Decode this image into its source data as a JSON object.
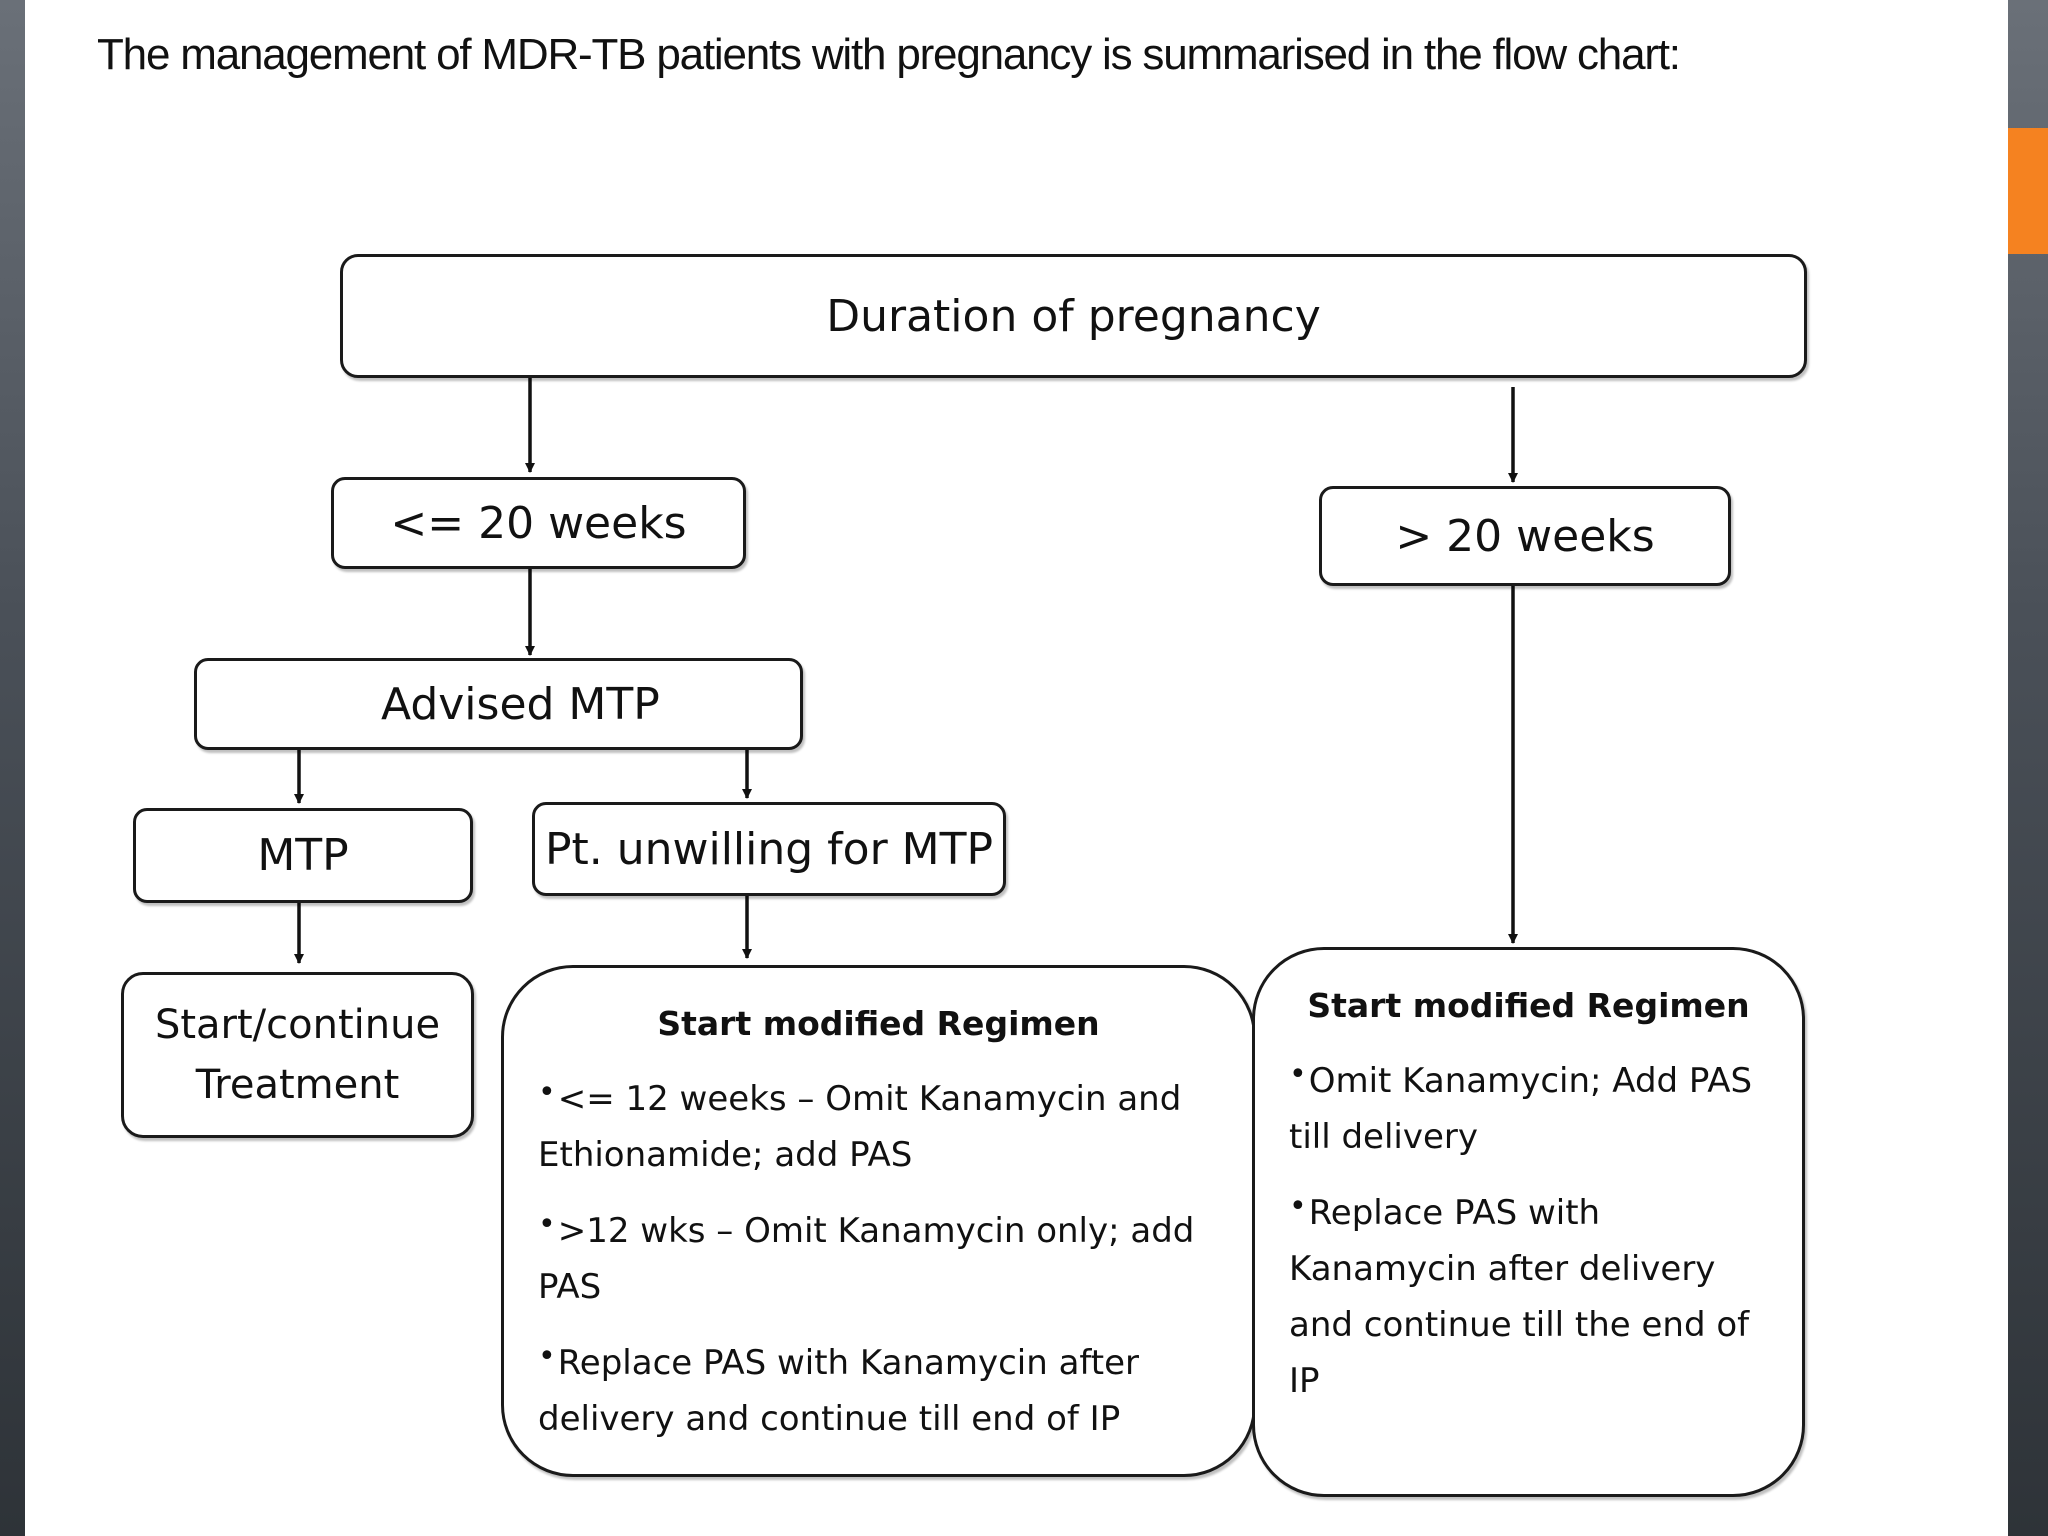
{
  "heading": "The management of MDR-TB patients with pregnancy is summarised in the flow chart:",
  "flowchart": {
    "root": "Duration of pregnancy",
    "left_branch": "<= 20 weeks",
    "right_branch": "> 20 weeks",
    "advised": "Advised MTP",
    "mtp": "MTP",
    "unwilling": "Pt. unwilling for MTP",
    "start_continue": "Start/continue Treatment",
    "left_regimen": {
      "title": "Start modified Regimen",
      "bullets": [
        "<= 12 weeks – Omit Kanamycin and Ethionamide; add PAS",
        ">12 wks – Omit Kanamycin only; add PAS",
        "Replace PAS with Kanamycin after delivery and continue till end of IP"
      ]
    },
    "right_regimen": {
      "title": "Start modified Regimen",
      "bullets": [
        "Omit Kanamycin; Add PAS till delivery",
        "Replace PAS with Kanamycin after delivery and continue till the end of IP"
      ]
    }
  },
  "colors": {
    "accent": "#f58220",
    "frame": "#3a4047"
  }
}
